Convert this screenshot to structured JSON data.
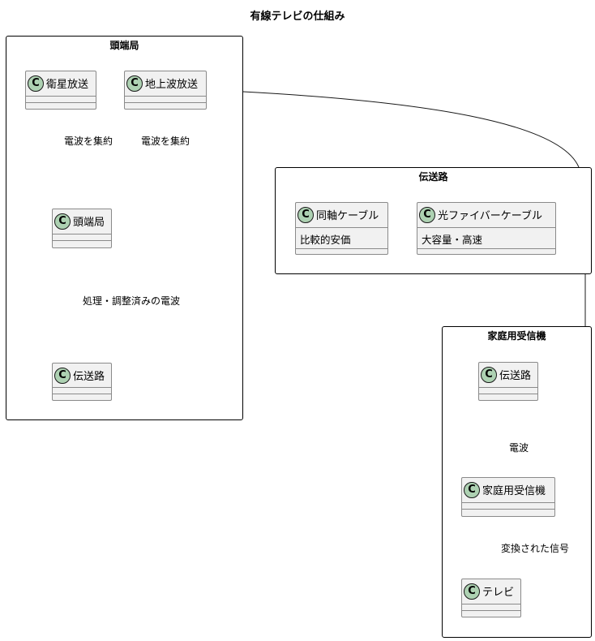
{
  "title": "有線テレビの仕組み",
  "class_marker": "C",
  "packages": {
    "headend": "頭端局",
    "transmission": "伝送路",
    "receiver": "家庭用受信機"
  },
  "classes": {
    "satellite": {
      "name": "衛星放送"
    },
    "terrestrial": {
      "name": "地上波放送"
    },
    "headend": {
      "name": "頭端局"
    },
    "transmission_a": {
      "name": "伝送路"
    },
    "coax": {
      "name": "同軸ケーブル",
      "attr": "比較的安価"
    },
    "fiber": {
      "name": "光ファイバーケーブル",
      "attr": "大容量・高速"
    },
    "transmission_b": {
      "name": "伝送路"
    },
    "receiver": {
      "name": "家庭用受信機"
    },
    "tv": {
      "name": "テレビ"
    }
  },
  "edges": {
    "satellite_to_headend": "電波を集約",
    "terrestrial_to_headend": "電波を集約",
    "headend_to_transmission": "処理・調整済みの電波",
    "transmission_to_receiver": "電波",
    "receiver_to_tv": "変換された信号"
  }
}
